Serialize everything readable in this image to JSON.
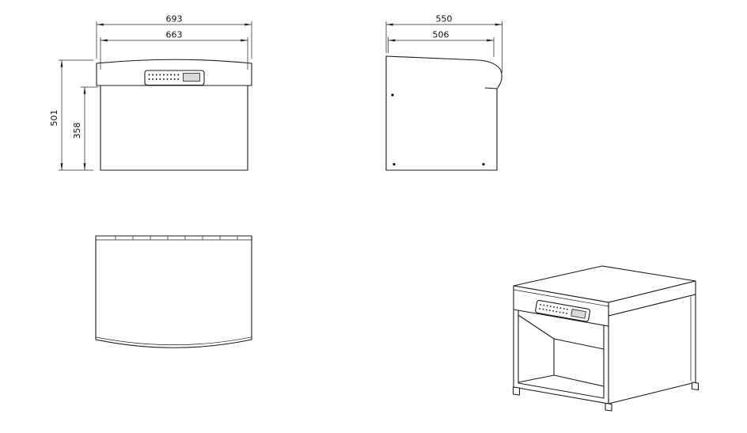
{
  "drawing": {
    "colors": {
      "line": "#1c1c1c",
      "dimension_line": "#2a2a2a",
      "dimension_text": "#111111",
      "background": "#ffffff",
      "display_fill": "#d9d9d9"
    },
    "views": {
      "front": {
        "dims": {
          "outer_width": "693",
          "inner_width": "663",
          "overall_height": "501",
          "body_height": "358"
        }
      },
      "side": {
        "dims": {
          "outer_depth": "550",
          "inner_depth": "506"
        }
      }
    }
  }
}
